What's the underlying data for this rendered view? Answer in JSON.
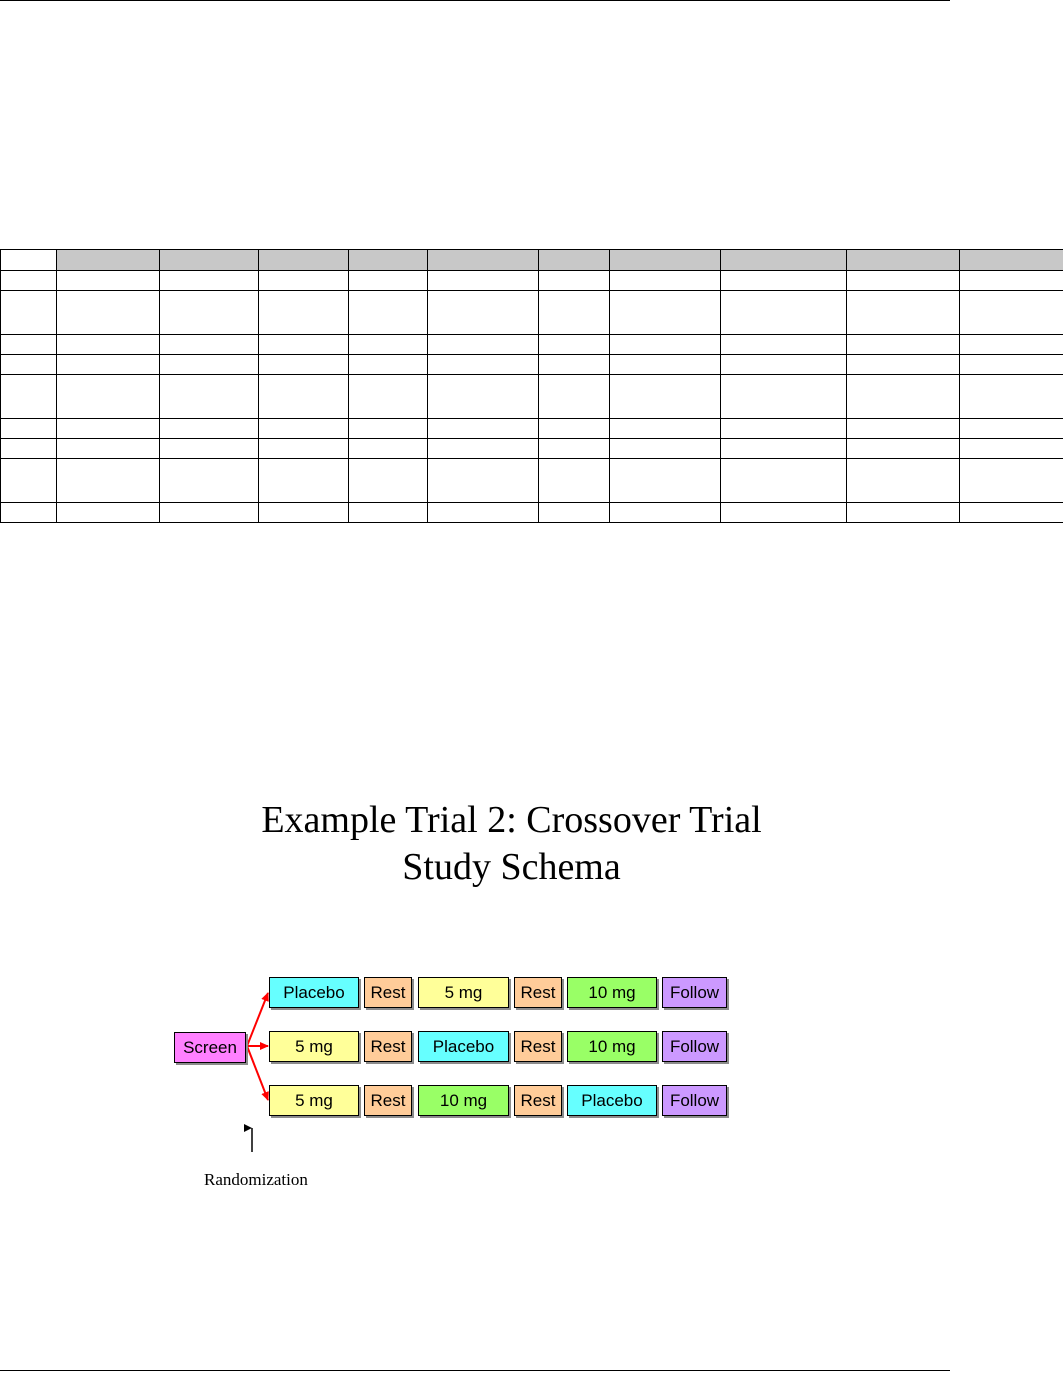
{
  "schema": {
    "title_line1": "Example Trial 2: Crossover Trial",
    "title_line2": "Study Schema",
    "screen_label": "Screen",
    "randomization_label": "Randomization",
    "arms": [
      [
        "Placebo",
        "Rest",
        "5 mg",
        "Rest",
        "10 mg",
        "Follow"
      ],
      [
        "5 mg",
        "Rest",
        "Placebo",
        "Rest",
        "10 mg",
        "Follow"
      ],
      [
        "5 mg",
        "Rest",
        "10 mg",
        "Rest",
        "Placebo",
        "Follow"
      ]
    ],
    "colors": {
      "screen": "#ff80ff",
      "placebo": "#66ffff",
      "rest": "#ffcc99",
      "5 mg": "#ffff99",
      "10 mg": "#99ff66",
      "follow": "#cc99ff",
      "arrow": "#ff0000",
      "table_header": "#c8c8c8"
    }
  }
}
